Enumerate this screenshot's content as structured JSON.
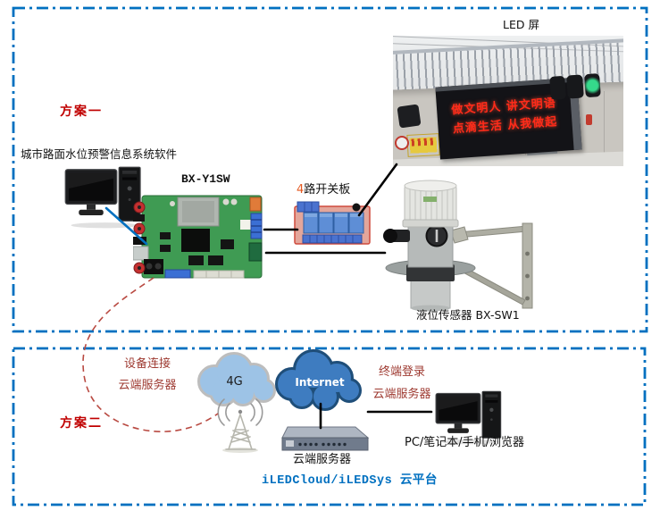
{
  "plan1": {
    "title": "方案一",
    "software_label": "城市路面水位预警信息系统软件",
    "controller_label": "BX-Y1SW",
    "relay_label_num": "4",
    "relay_label_text": "路开关板",
    "led_screen_label": "LED 屏",
    "led_display_line1": "做文明人 讲文明语",
    "led_display_line2": "点滴生活 从我做起",
    "sensor_label": "液位传感器 BX-SW1"
  },
  "plan2": {
    "title": "方案二",
    "device_link_line1": "设备连接",
    "device_link_line2": "云端服务器",
    "cloud_4g": "4G",
    "cloud_internet": "Internet",
    "terminal_line1": "终端登录",
    "terminal_line2": "云端服务器",
    "server_label": "云端服务器",
    "client_label": "PC/笔记本/手机/浏览器",
    "platform_label": "iLEDCloud/iLEDSys 云平台"
  },
  "colors": {
    "border_blue": "#0070C0",
    "plan_title_red": "#C00000",
    "note_maroon": "#9E3A31",
    "platform_blue": "#0070C0",
    "led_text_red": "#FF2B1A",
    "cloud_4g_fill": "#9DC3E6",
    "cloud_internet_fill": "#3E7CC0",
    "connection_line": "#000000",
    "dashed_curve_red": "#B94A42"
  },
  "icons": {
    "pc_plan1": "desktop-computer",
    "controller_board": "controller-circuit-board",
    "relay_board": "4-channel-relay-board",
    "led_photo": "led-screen-photo",
    "level_sensor": "ultrasonic-level-sensor",
    "cloud_4g": "cloud",
    "cloud_internet": "cloud",
    "antenna": "radio-tower",
    "cloud_server": "rack-server",
    "pc_plan2": "desktop-computer"
  }
}
